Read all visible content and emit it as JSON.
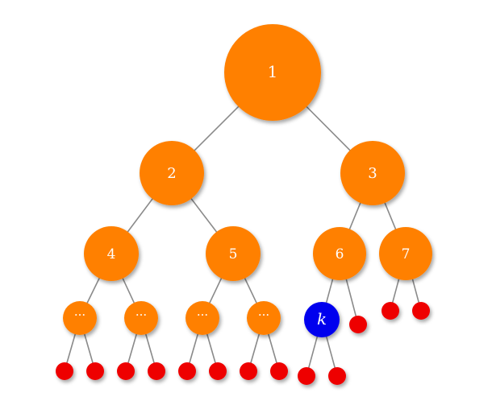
{
  "colors": {
    "internal": "#ff8000",
    "highlight": "#0000ee",
    "leaf": "#ee0000",
    "edge": "#8a8a8a",
    "label": "#ffffff"
  },
  "nodes": [
    {
      "id": "n1",
      "label": "1",
      "kind": "internal",
      "level": 0
    },
    {
      "id": "n2",
      "label": "2",
      "kind": "internal",
      "level": 1,
      "parent": "n1"
    },
    {
      "id": "n3",
      "label": "3",
      "kind": "internal",
      "level": 1,
      "parent": "n1"
    },
    {
      "id": "n4",
      "label": "4",
      "kind": "internal",
      "level": 2,
      "parent": "n2"
    },
    {
      "id": "n5",
      "label": "5",
      "kind": "internal",
      "level": 2,
      "parent": "n2"
    },
    {
      "id": "n6",
      "label": "6",
      "kind": "internal",
      "level": 2,
      "parent": "n3"
    },
    {
      "id": "n7",
      "label": "7",
      "kind": "internal",
      "level": 2,
      "parent": "n3"
    },
    {
      "id": "d1",
      "label": "···",
      "kind": "internal",
      "level": 3,
      "parent": "n4"
    },
    {
      "id": "d2",
      "label": "···",
      "kind": "internal",
      "level": 3,
      "parent": "n4"
    },
    {
      "id": "d3",
      "label": "···",
      "kind": "internal",
      "level": 3,
      "parent": "n5"
    },
    {
      "id": "d4",
      "label": "···",
      "kind": "internal",
      "level": 3,
      "parent": "n5"
    },
    {
      "id": "k",
      "label": "k",
      "kind": "highlight",
      "level": 3,
      "parent": "n6"
    },
    {
      "id": "l6b",
      "label": "",
      "kind": "leaf",
      "level": 3,
      "parent": "n6"
    },
    {
      "id": "l7a",
      "label": "",
      "kind": "leaf",
      "level": 3,
      "parent": "n7"
    },
    {
      "id": "l7b",
      "label": "",
      "kind": "leaf",
      "level": 3,
      "parent": "n7"
    },
    {
      "id": "l1",
      "label": "",
      "kind": "leaf",
      "level": 4,
      "parent": "d1"
    },
    {
      "id": "l2",
      "label": "",
      "kind": "leaf",
      "level": 4,
      "parent": "d1"
    },
    {
      "id": "l3",
      "label": "",
      "kind": "leaf",
      "level": 4,
      "parent": "d2"
    },
    {
      "id": "l4",
      "label": "",
      "kind": "leaf",
      "level": 4,
      "parent": "d2"
    },
    {
      "id": "l5",
      "label": "",
      "kind": "leaf",
      "level": 4,
      "parent": "d3"
    },
    {
      "id": "l6",
      "label": "",
      "kind": "leaf",
      "level": 4,
      "parent": "d3"
    },
    {
      "id": "l7",
      "label": "",
      "kind": "leaf",
      "level": 4,
      "parent": "d4"
    },
    {
      "id": "l8",
      "label": "",
      "kind": "leaf",
      "level": 4,
      "parent": "d4"
    },
    {
      "id": "lk1",
      "label": "",
      "kind": "leaf",
      "level": 4,
      "parent": "k"
    },
    {
      "id": "lk2",
      "label": "",
      "kind": "leaf",
      "level": 4,
      "parent": "k"
    }
  ]
}
